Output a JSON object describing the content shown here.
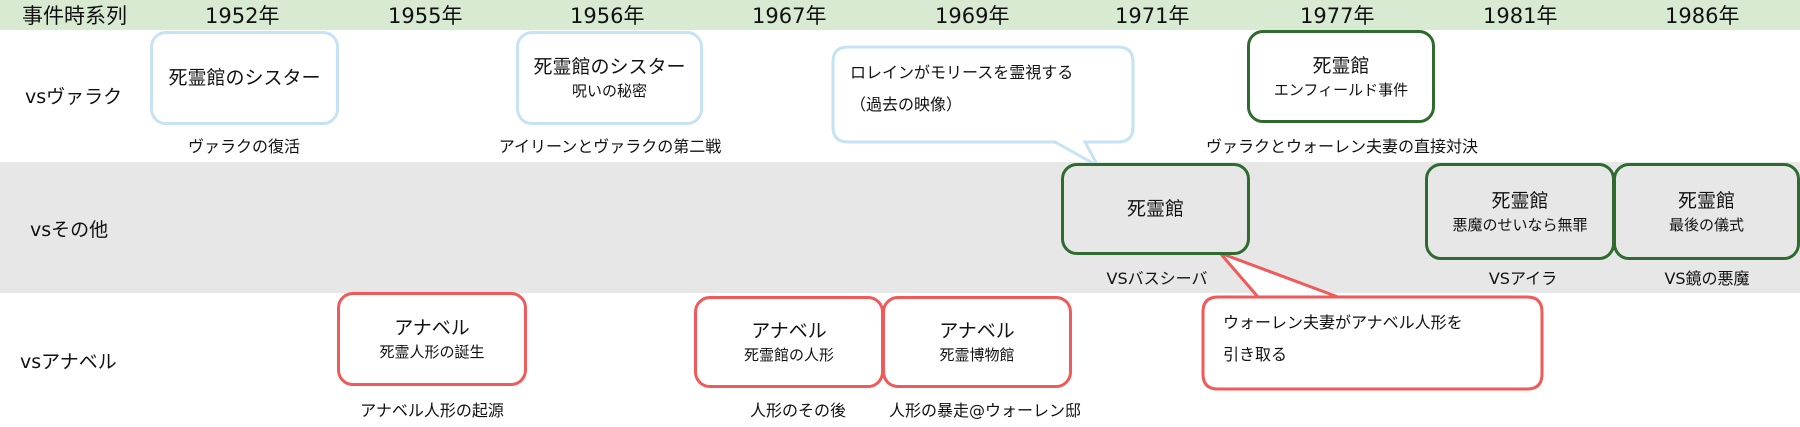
{
  "header": {
    "title": "事件時系列",
    "years": [
      "1952年",
      "1955年",
      "1956年",
      "1967年",
      "1969年",
      "1971年",
      "1977年",
      "1981年",
      "1986年"
    ]
  },
  "rows": [
    {
      "label": "vsヴァラク"
    },
    {
      "label": "vsその他"
    },
    {
      "label": "vsアナベル"
    }
  ],
  "events": [
    {
      "title": "死霊館のシスター",
      "subtitle": "",
      "caption": "ヴァラクの復活",
      "color": "#c6e3f3"
    },
    {
      "title": "死霊館のシスター",
      "subtitle": "呪いの秘密",
      "caption": "アイリーンとヴァラクの第二戦",
      "color": "#c6e3f3"
    },
    {
      "title": "死霊館",
      "subtitle": "エンフィールド事件",
      "caption": "ヴァラクとウォーレン夫妻の直接対決",
      "color": "#2e6b2e"
    },
    {
      "title": "死霊館",
      "subtitle": "",
      "caption": "VSバスシーバ",
      "color": "#2e6b2e"
    },
    {
      "title": "死霊館",
      "subtitle": "悪魔のせいなら無罪",
      "caption": "VSアイラ",
      "color": "#2e6b2e"
    },
    {
      "title": "死霊館",
      "subtitle": "最後の儀式",
      "caption": "VS鏡の悪魔",
      "color": "#2e6b2e"
    },
    {
      "title": "アナベル",
      "subtitle": "死霊人形の誕生",
      "caption": "アナベル人形の起源",
      "color": "#f05a5a"
    },
    {
      "title": "アナベル",
      "subtitle": "死霊館の人形",
      "caption": "人形のその後",
      "color": "#f05a5a"
    },
    {
      "title": "アナベル",
      "subtitle": "死霊博物館",
      "caption": "人形の暴走@ウォーレン邸",
      "color": "#f05a5a"
    }
  ],
  "callouts": [
    {
      "line1": "ロレインがモリースを霊視する",
      "line2": "（過去の映像）",
      "color": "#c6e3f3"
    },
    {
      "line1": "ウォーレン夫妻がアナベル人形を",
      "line2": "引き取る",
      "color": "#f05a5a"
    }
  ]
}
